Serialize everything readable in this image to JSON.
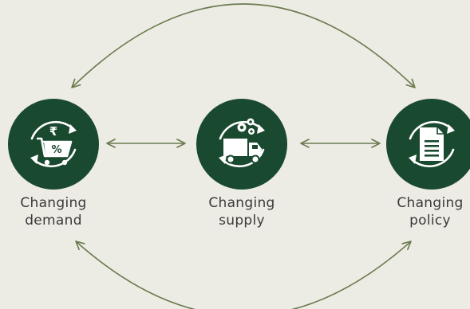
{
  "colors": {
    "background": "#ecebe4",
    "node_fill": "#19492f",
    "icon": "#ffffff",
    "connector": "#6b7a4e",
    "label_text": "#3a3a3a"
  },
  "nodes": [
    {
      "id": "demand",
      "icon": "shopping-cart-rupee-discount-icon",
      "label_line1": "Changing",
      "label_line2": "demand"
    },
    {
      "id": "supply",
      "icon": "delivery-truck-gears-icon",
      "label_line1": "Changing",
      "label_line2": "supply"
    },
    {
      "id": "policy",
      "icon": "document-icon",
      "label_line1": "Changing",
      "label_line2": "policy"
    }
  ],
  "connectors": [
    {
      "from": "demand",
      "to": "supply",
      "style": "bidirectional-straight"
    },
    {
      "from": "supply",
      "to": "policy",
      "style": "bidirectional-straight"
    },
    {
      "from": "demand",
      "to": "policy",
      "style": "bidirectional-arc-top"
    },
    {
      "from": "demand",
      "to": "policy",
      "style": "bidirectional-arc-bottom"
    }
  ]
}
